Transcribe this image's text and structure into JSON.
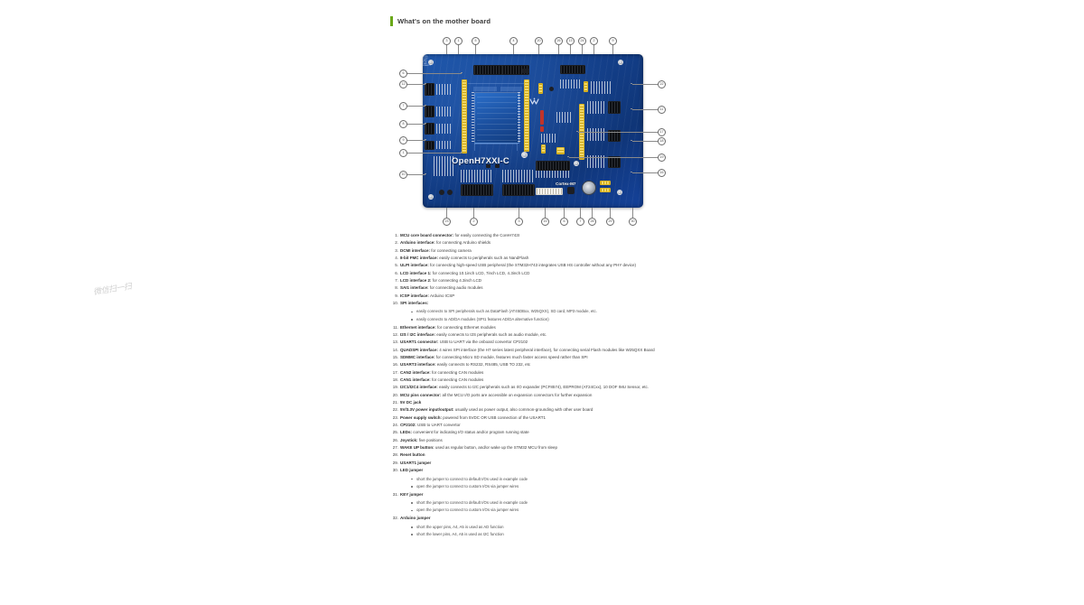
{
  "document": {
    "heading": "What's on the mother board",
    "accent_color": "#6aa818",
    "watermark_text": "微信扫一扫"
  },
  "figure": {
    "board_name": "OpenH7XXI-C",
    "core_label": "Cortex-M7",
    "brand_logo": "waveshare-logo-icon",
    "silk_labels": [
      "LCD1",
      "LCD2",
      "SAI1",
      "ULPI",
      "SPI",
      "ETH",
      "CAN",
      "USART3",
      "MCU"
    ],
    "callout_numbers": [
      "1",
      "2",
      "3",
      "4",
      "5",
      "6",
      "7",
      "8",
      "9",
      "10",
      "11",
      "12",
      "13",
      "14",
      "15",
      "16",
      "17",
      "18",
      "19",
      "20",
      "21",
      "22",
      "23",
      "24",
      "25",
      "26",
      "27",
      "28",
      "29",
      "30",
      "31",
      "32"
    ]
  },
  "spec_list": [
    {
      "index": "1.",
      "term": "MCU core board connector:",
      "desc": " for easily connecting the CoreH743I"
    },
    {
      "index": "2.",
      "term": "Arduino interface:",
      "desc": " for connecting Arduino shields"
    },
    {
      "index": "3.",
      "term": "DCMI interface:",
      "desc": " for connecting camera"
    },
    {
      "index": "4.",
      "term": "8-bit FMC interface:",
      "desc": " easily connects to peripherals such as NandFlash"
    },
    {
      "index": "5.",
      "term": "ULPI interface:",
      "desc": " for connecting high-speed USB peripheral (the STM32H743 integrates USB HS controller without any PHY device)"
    },
    {
      "index": "6.",
      "term": "LCD interface 1:",
      "desc": " for connecting 10.1inch LCD, 7inch LCD, 4.3inch LCD"
    },
    {
      "index": "7.",
      "term": "LCD interface 2:",
      "desc": " for connecting 4.3inch LCD"
    },
    {
      "index": "8.",
      "term": "SAI1 interface:",
      "desc": " for connecting audio modules"
    },
    {
      "index": "9.",
      "term": "ICSP interface:",
      "desc": " Arduino ICSP"
    },
    {
      "index": "10.",
      "term": "SPI interfaces:",
      "desc": "",
      "sub": [
        "easily connects to SPI peripherals such as DataFlash (AT45DBxx, W25QXX), SD card, MP3 module, etc.",
        "easily connects to AD/DA modules (SPI1 features AD/DA alternative function)"
      ]
    },
    {
      "index": "11.",
      "term": "Ethernet interface:",
      "desc": " for connecting Ethernet modules"
    },
    {
      "index": "12.",
      "term": "I2S / I2C interface:",
      "desc": " easily connects to I2S peripherals such as audio module, etc."
    },
    {
      "index": "13.",
      "term": "USART1 connector:",
      "desc": " USB to UART via the onboard convertor CP2102"
    },
    {
      "index": "14.",
      "term": "QUADSPI interface:",
      "desc": " 4 wires SPI interface (the H7 series latest peripheral interface), for connecting serial Flash modules like W25QXX Board"
    },
    {
      "index": "15.",
      "term": "SDMMC interface:",
      "desc": " for connecting Micro SD module, features much faster access speed rather than SPI"
    },
    {
      "index": "16.",
      "term": "USART3 interface:",
      "desc": " easily connects to RS232, RS485, USB TO 232, etc"
    },
    {
      "index": "17.",
      "term": "CAN2 interface:",
      "desc": " for connecting CAN modules"
    },
    {
      "index": "18.",
      "term": "CAN1 interface:",
      "desc": " for connecting CAN modules"
    },
    {
      "index": "19.",
      "term": "I2C1/I2C4 interface:",
      "desc": " easily connects to I2C peripherals such as I/O expander (PCF8574), EEPROM (AT24Cxx), 10 DOF IMU Sensor, etc."
    },
    {
      "index": "20.",
      "term": "MCU pins connector:",
      "desc": " all the MCU I/O ports are accessible on expansion connectors for further expansion"
    },
    {
      "index": "21.",
      "term": "5V DC jack",
      "desc": ""
    },
    {
      "index": "22.",
      "term": "5V/3.3V power input/output:",
      "desc": " usually used as power output, also common-grounding with other user board"
    },
    {
      "index": "23.",
      "term": "Power supply switch:",
      "desc": " powered from 5VDC OR USB connection of the USART1"
    },
    {
      "index": "24.",
      "term": "CP2102:",
      "desc": " USB to UART convertor"
    },
    {
      "index": "25.",
      "term": "LEDs:",
      "desc": " convenient for indicating I/O status and/or program running state"
    },
    {
      "index": "26.",
      "term": "Joystick:",
      "desc": " five positions"
    },
    {
      "index": "27.",
      "term": "WAKE UP button:",
      "desc": " used as regular button, and/or wake up the STM32 MCU from sleep"
    },
    {
      "index": "28.",
      "term": "Reset button",
      "desc": ""
    },
    {
      "index": "29.",
      "term": "USART1 jumper",
      "desc": ""
    },
    {
      "index": "30.",
      "term": "LED jumper",
      "desc": "",
      "sub": [
        "short the jumper to connect to default I/Os used in example code",
        "open the jumper to connect to custom I/Os via jumper wires"
      ]
    },
    {
      "index": "31.",
      "term": "KEY jumper",
      "desc": "",
      "sub": [
        "short the jumper to connect to default I/Os used in example code",
        "open the jumper to connect to custom I/Os via jumper wires"
      ]
    },
    {
      "index": "32.",
      "term": "Arduino jumper",
      "desc": "",
      "sub": [
        "short the upper pins, A4, A5 is used as AD function",
        "short the lower pins, A4, A5 is used as I2C function"
      ]
    }
  ]
}
